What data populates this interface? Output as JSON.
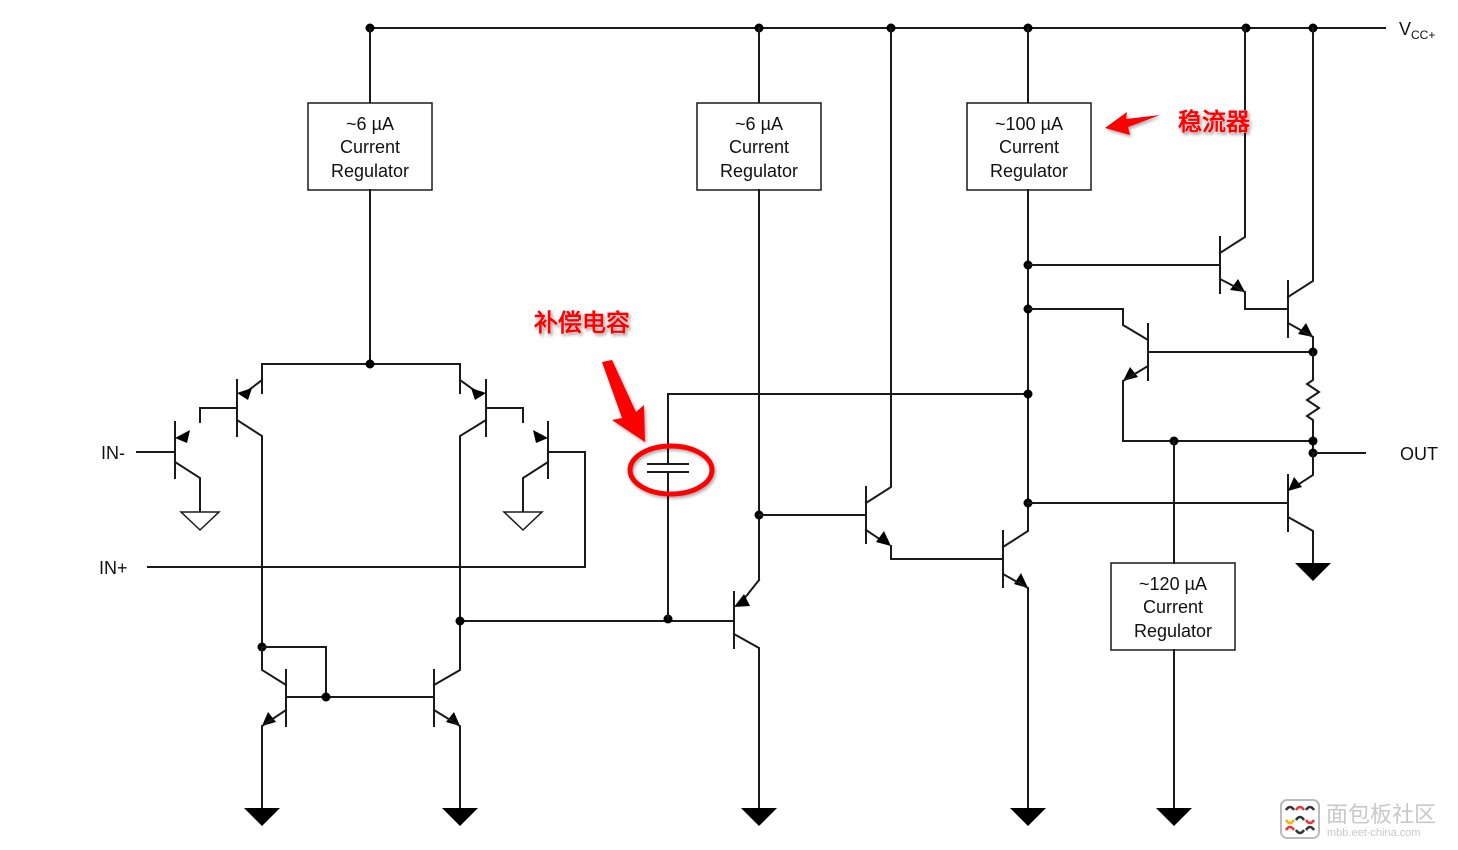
{
  "rails": {
    "vcc": {
      "main": "V",
      "sub": "CC+"
    },
    "out": "OUT",
    "in_minus": "IN-",
    "in_plus": "IN+"
  },
  "regulators": [
    {
      "id": "reg-1",
      "line1": "~6 µA",
      "line2": "Current",
      "line3": "Regulator"
    },
    {
      "id": "reg-2",
      "line1": "~6 µA",
      "line2": "Current",
      "line3": "Regulator"
    },
    {
      "id": "reg-3",
      "line1": "~100 µA",
      "line2": "Current",
      "line3": "Regulator"
    },
    {
      "id": "reg-4",
      "line1": "~120 µA",
      "line2": "Current",
      "line3": "Regulator"
    }
  ],
  "annotations": {
    "regulator_note": "稳流器",
    "compensation_cap_note": "补偿电容",
    "highlight_color": "#ff0000"
  },
  "watermark": {
    "title": "面包板社区",
    "subtitle": "mbb.eet-china.com"
  }
}
